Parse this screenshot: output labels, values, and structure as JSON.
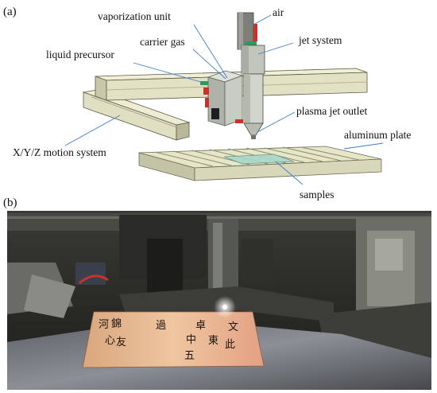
{
  "figure": {
    "panel_a_label": "(a)",
    "panel_b_label": "(b)",
    "labels": {
      "vaporization_unit": "vaporization unit",
      "air": "air",
      "carrier_gas": "carrier gas",
      "jet_system": "jet system",
      "liquid_precursor": "liquid precursor",
      "plasma_jet_outlet": "plasma jet outlet",
      "aluminum_plate": "aluminum plate",
      "xyz_motion_system": "X/Y/Z motion system",
      "samples": "samples"
    },
    "photo_signs": [
      "過",
      "錦",
      "卓",
      "文",
      "中",
      "五",
      "東",
      "此",
      "河",
      "心",
      "友"
    ]
  },
  "colors": {
    "rail": "#e4e3c4",
    "rail_shadow": "#b9b89a",
    "head": "#cfd2c8",
    "head_dark": "#8e9289",
    "pipe_red": "#c8322a",
    "pipe_green": "#2f9a58",
    "leader": "#3a7fc8",
    "sample_patch": "#a8d8c8"
  }
}
